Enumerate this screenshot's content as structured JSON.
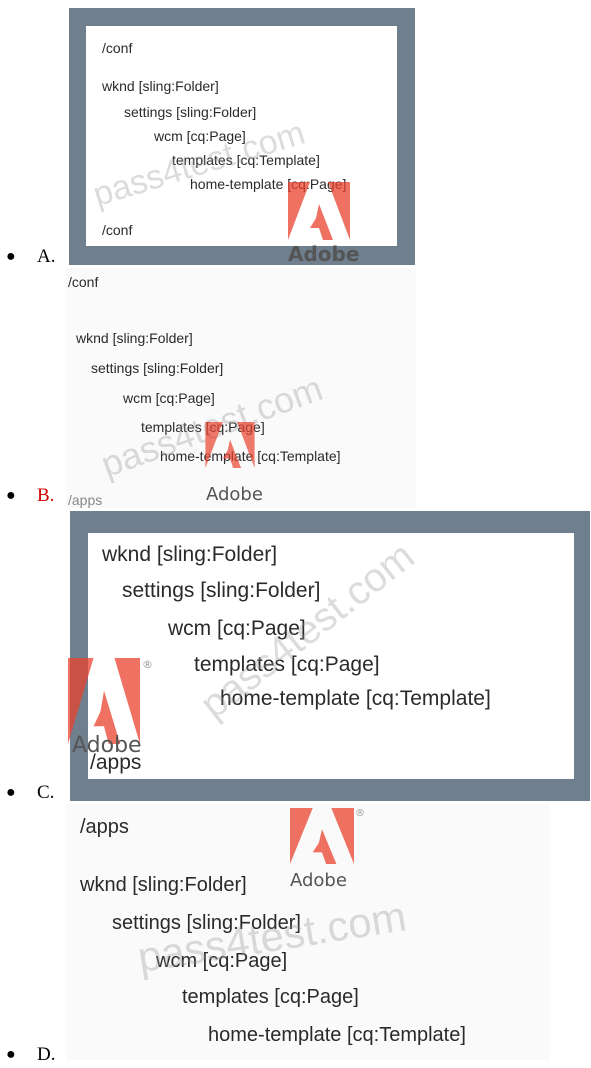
{
  "options": [
    {
      "marker": "A.",
      "tree": [
        "/conf",
        "wknd [sling:Folder]",
        "settings [sling:Folder]",
        "wcm [cq:Page]",
        "templates [cq:Template]",
        "home-template [cq:Page]",
        "/conf"
      ],
      "watermark": "pass4test.com",
      "logo_text": "Adobe"
    },
    {
      "marker": "B.",
      "tree": [
        "/conf",
        "wknd [sling:Folder]",
        "settings [sling:Folder]",
        "wcm [cq:Page]",
        "templates [cq:Page]",
        "home-template [cq:Template]",
        "/apps"
      ],
      "watermark": "pass4test.com",
      "logo_text": "Adobe"
    },
    {
      "marker": "C.",
      "tree": [
        "wknd [sling:Folder]",
        "settings [sling:Folder]",
        "wcm [cq:Page]",
        "templates [cq:Page]",
        "home-template [cq:Template]",
        "/apps"
      ],
      "watermark": "pass4test.com",
      "logo_text": "Adobe"
    },
    {
      "marker": "D.",
      "tree": [
        "/apps",
        "wknd [sling:Folder]",
        "settings [sling:Folder]",
        "wcm [cq:Page]",
        "templates [cq:Page]",
        "home-template [cq:Template]"
      ],
      "watermark": "pass4test.com",
      "logo_text": "Adobe"
    }
  ],
  "colors": {
    "frame": "#6f7f8e",
    "selected_marker": "#d40000",
    "logo_red": "#e8412e"
  }
}
